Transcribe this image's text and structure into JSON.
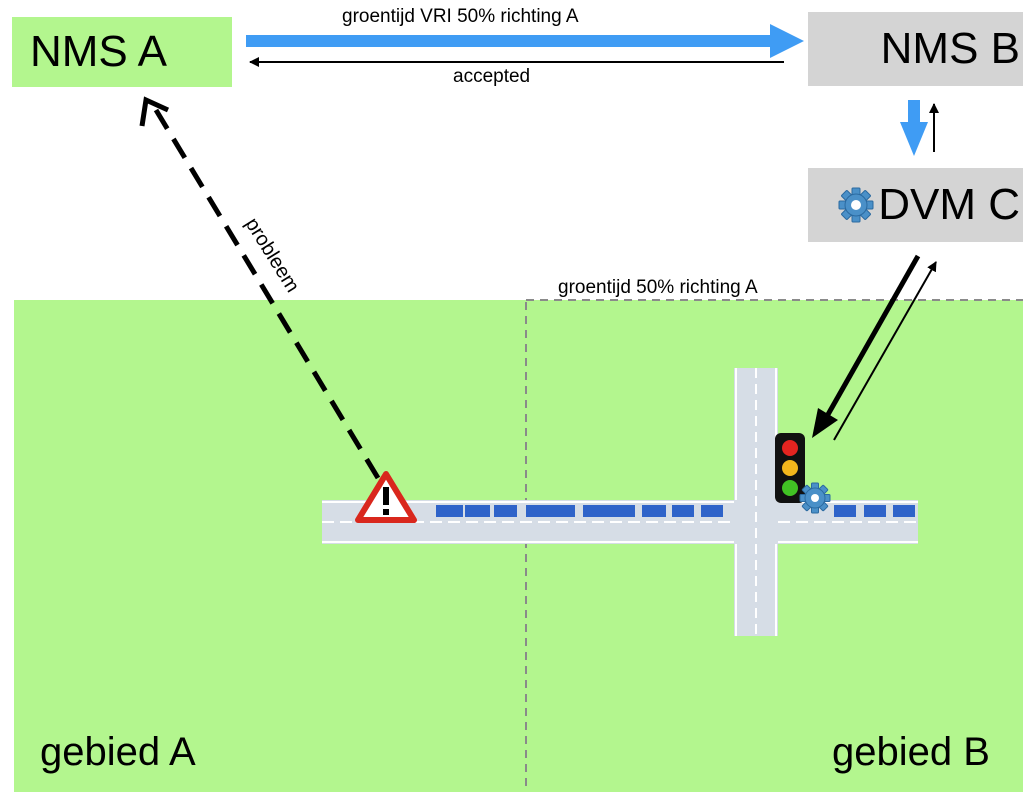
{
  "nodes": {
    "nms_a": "NMS A",
    "nms_b": "NMS B",
    "dvm_c": "DVM C"
  },
  "areas": {
    "a": "gebied A",
    "b": "gebied B"
  },
  "labels": {
    "request": "groentijd VRI 50% richting A",
    "accepted": "accepted",
    "probleem": "probleem",
    "command": "groentijd 50% richting A"
  },
  "icons": {
    "warning": "warning-triangle-icon",
    "traffic_light": "traffic-light-icon",
    "gear": "gear-icon"
  },
  "colors": {
    "area_green": "#b3f68e",
    "node_gray": "#d4d4d4",
    "arrow_blue": "#3f9cf4",
    "road": "#d6dde6",
    "queue_blue": "#2f63c9"
  }
}
